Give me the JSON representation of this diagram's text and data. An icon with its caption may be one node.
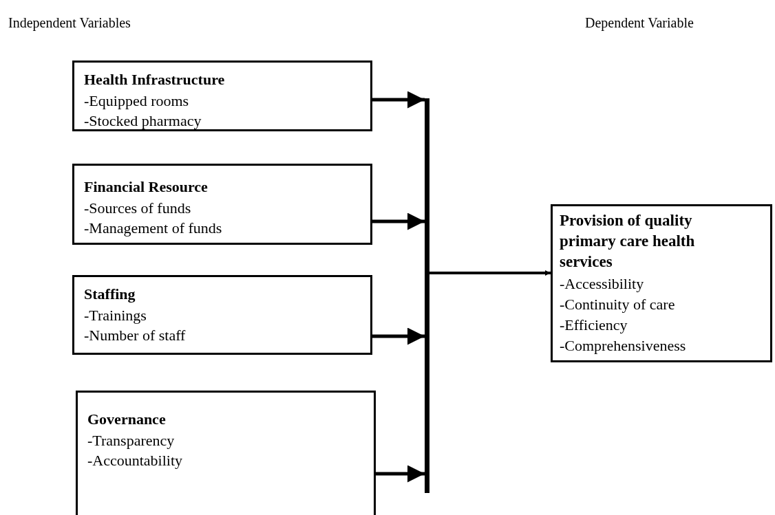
{
  "diagram": {
    "nodes": [
      {
        "text": [
          "Health Infrastructure",
          "-Equipped rooms",
          "-Stocked pharmacy"
        ]
      },
      {
        "text": [
          "Financial Resource",
          "-Sources of funds",
          "-Management of funds"
        ]
      },
      {
        "text": [
          "Staffing",
          "-Trainings",
          "-Number of staff"
        ]
      },
      {
        "text": [
          "Governance",
          "-Transparency",
          "-Accountability"
        ]
      },
      {
        "text": [],
        "shape": "bar"
      },
      {
        "text": [
          "Provision of quality primary care health services",
          "-Accessibility",
          "-Continuity of care",
          "-Efficiency",
          "-Comprehensiveness"
        ]
      }
    ],
    "edges": [
      {
        "from": 0,
        "to": 4,
        "arrow": "to"
      },
      {
        "from": 1,
        "to": 4,
        "arrow": "to"
      },
      {
        "from": 2,
        "to": 4,
        "arrow": "to"
      },
      {
        "from": 3,
        "to": 4,
        "arrow": "to"
      },
      {
        "from": 4,
        "to": 5,
        "arrow": "to"
      }
    ],
    "labels": [
      "Independent Variables",
      "Dependent Variable"
    ]
  }
}
